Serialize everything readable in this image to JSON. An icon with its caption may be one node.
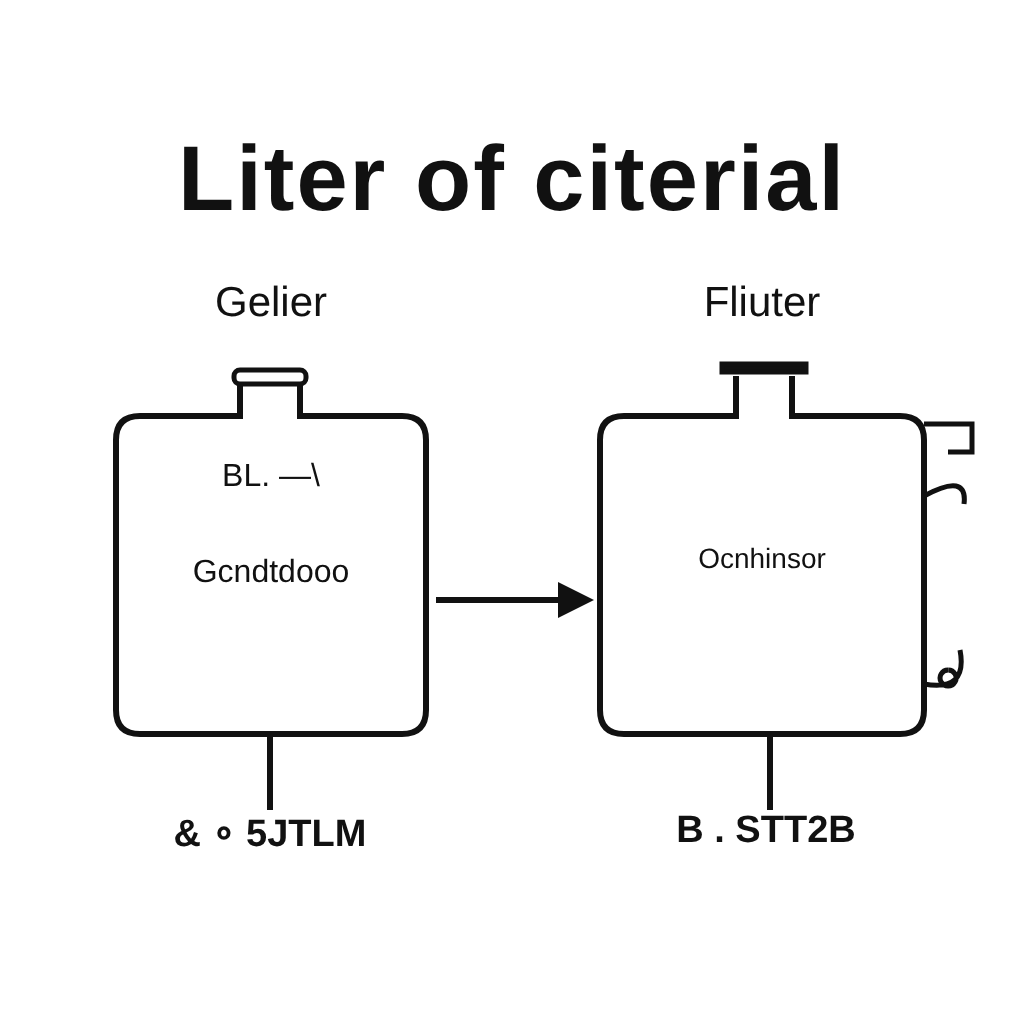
{
  "diagram": {
    "title": "Liter of citerial",
    "nodes": [
      {
        "text": [
          "Gelier",
          "BL. —\\",
          "Gcndtdooo"
        ]
      },
      {
        "text": [
          "Fliuter",
          "Ocnhinsor"
        ]
      },
      {
        "text": [
          "& ∘ 5JTLM"
        ]
      },
      {
        "text": [
          "B . STT2B"
        ]
      }
    ],
    "edges": [
      {
        "from": 0,
        "to": 1,
        "arrow": "to"
      },
      {
        "from": 0,
        "to": 2,
        "arrow": "none"
      },
      {
        "from": 1,
        "to": 3,
        "arrow": "none"
      }
    ]
  }
}
